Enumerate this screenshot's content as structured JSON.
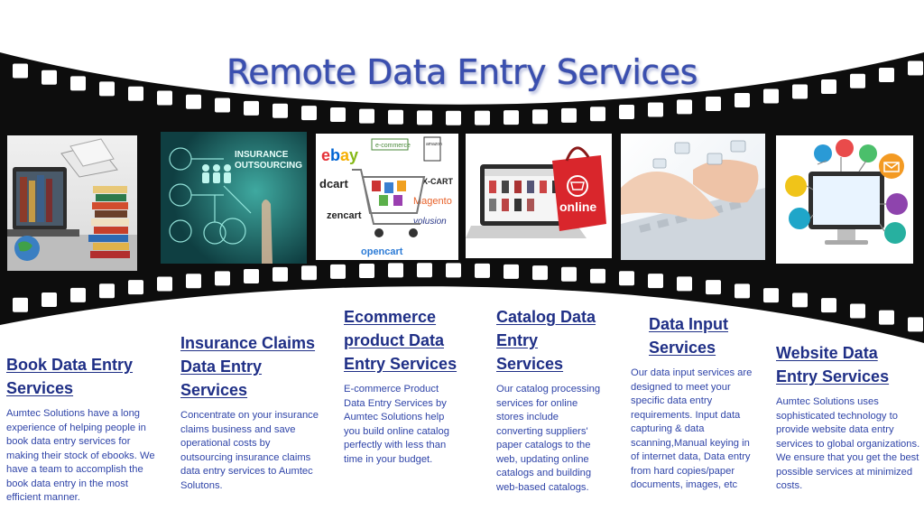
{
  "page": {
    "title": "Remote Data Entry Services"
  },
  "frames": [
    {
      "name": "books-laptop-image",
      "icon": "books-icon",
      "labels": []
    },
    {
      "name": "insurance-outsourcing-image",
      "icon": "insurance-icon",
      "labels": [
        "INSURANCE",
        "OUTSOURCING"
      ]
    },
    {
      "name": "ecommerce-platforms-image",
      "icon": "shopping-cart-icon",
      "labels": [
        "ebay",
        "e-commerce",
        "amazon",
        "dcart",
        "X-CART",
        "Magento",
        "zencart",
        "volusion",
        "opencart"
      ]
    },
    {
      "name": "catalog-laptop-image",
      "icon": "shopping-bag-icon",
      "labels": [
        "online"
      ]
    },
    {
      "name": "data-input-typing-image",
      "icon": "keyboard-icon",
      "labels": []
    },
    {
      "name": "website-computer-image",
      "icon": "computer-icon",
      "labels": []
    }
  ],
  "services": [
    {
      "heading": "Book Data Entry Services",
      "description": "Aumtec Solutions have a long experience of helping people in book data entry services for making their stock of ebooks. We have a team to accomplish the book data entry in the most efficient manner."
    },
    {
      "heading": "Insurance Claims Data Entry Services",
      "description": "Concentrate on your insurance claims business and save operational costs by outsourcing insurance claims data entry services to Aumtec Solutons."
    },
    {
      "heading": "Ecommerce product Data Entry Services",
      "description": "E-commerce Product Data Entry Services by Aumtec Solutions help you build online catalog perfectly with less than time in your budget."
    },
    {
      "heading": "Catalog Data Entry Services",
      "description": " Our catalog processing services for online stores include converting suppliers' paper catalogs to the web, updating online catalogs and building web-based catalogs."
    },
    {
      "heading": "Data Input Services",
      "description": "Our data input services are designed to meet your specific data entry requirements. Input data capturing & data scanning,Manual keying in of internet data, Data entry from hard copies/paper documents, images, etc"
    },
    {
      "heading": "Website Data Entry Services",
      "description": "Aumtec Solutions uses sophisticated technology to provide website data entry services to global organizations. We ensure that you get the best possible services at minimized costs."
    }
  ]
}
